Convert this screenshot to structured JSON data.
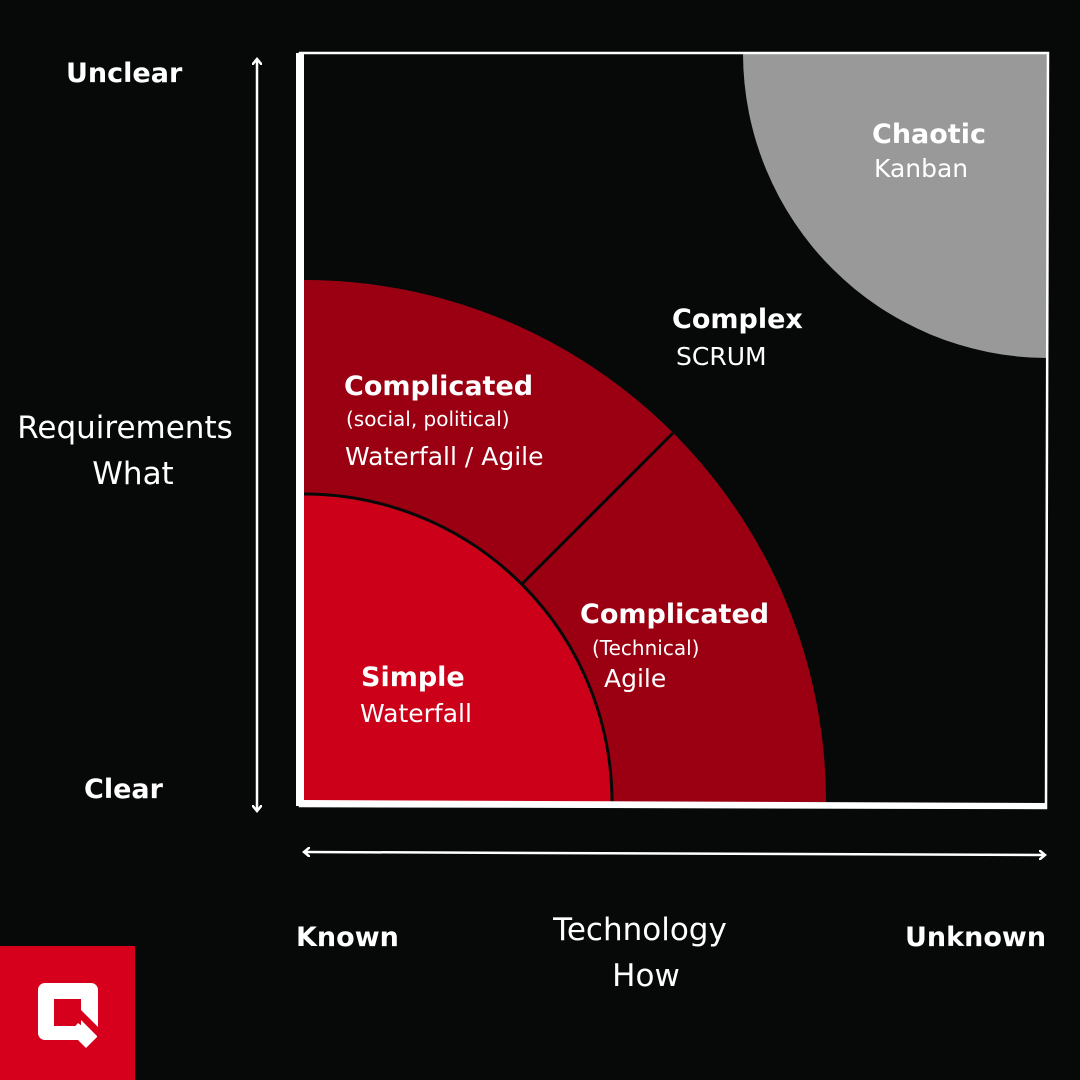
{
  "y_axis": {
    "top": "Unclear",
    "bottom": "Clear",
    "title_line1": "Requirements",
    "title_line2": "What"
  },
  "x_axis": {
    "left": "Known",
    "right": "Unknown",
    "title_line1": "Technology",
    "title_line2": "How"
  },
  "zones": {
    "chaotic": {
      "title": "Chaotic",
      "method": "Kanban",
      "color": "#999999"
    },
    "complex": {
      "title": "Complex",
      "method": "SCRUM"
    },
    "complicated_social": {
      "title": "Complicated",
      "note": "(social, political)",
      "method": "Waterfall / Agile",
      "color": "#9a0012"
    },
    "complicated_technical": {
      "title": "Complicated",
      "note": "(Technical)",
      "method": "Agile",
      "color": "#9a0012"
    },
    "simple": {
      "title": "Simple",
      "method": "Waterfall",
      "color": "#cc0018"
    }
  },
  "logo": {
    "letter": "Q",
    "color": "#d7001c"
  }
}
